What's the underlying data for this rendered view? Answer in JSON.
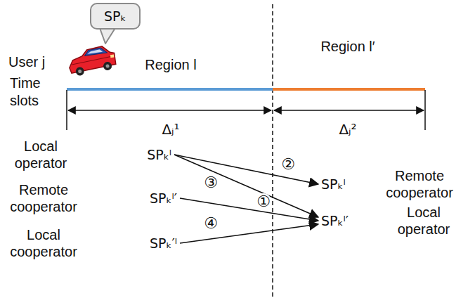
{
  "diagram": {
    "nodes": [
      {
        "text": [
          "SPₖ"
        ]
      },
      {
        "text": [
          "Local operator",
          "SPₖˡ"
        ]
      },
      {
        "text": [
          "Remote cooperator",
          "SPₖˡ′"
        ]
      },
      {
        "text": [
          "Local cooperator",
          "SPₖ′ˡ"
        ]
      },
      {
        "text": [
          "SPₖˡ",
          "Remote cooperator"
        ]
      },
      {
        "text": [
          "SPₖˡ′",
          "Local operator"
        ]
      }
    ],
    "edges": [
      {
        "from": 1,
        "to": 5,
        "arrow": "to",
        "label": "①"
      },
      {
        "from": 1,
        "to": 4,
        "arrow": "to",
        "label": "②"
      },
      {
        "from": 2,
        "to": 5,
        "arrow": "to",
        "label": "③"
      },
      {
        "from": 3,
        "to": 5,
        "arrow": "to",
        "label": "④"
      }
    ],
    "labels": [
      "User j",
      "Region l",
      "Region l′",
      "Time slots",
      "Δⱼ¹",
      "Δⱼ²"
    ]
  }
}
